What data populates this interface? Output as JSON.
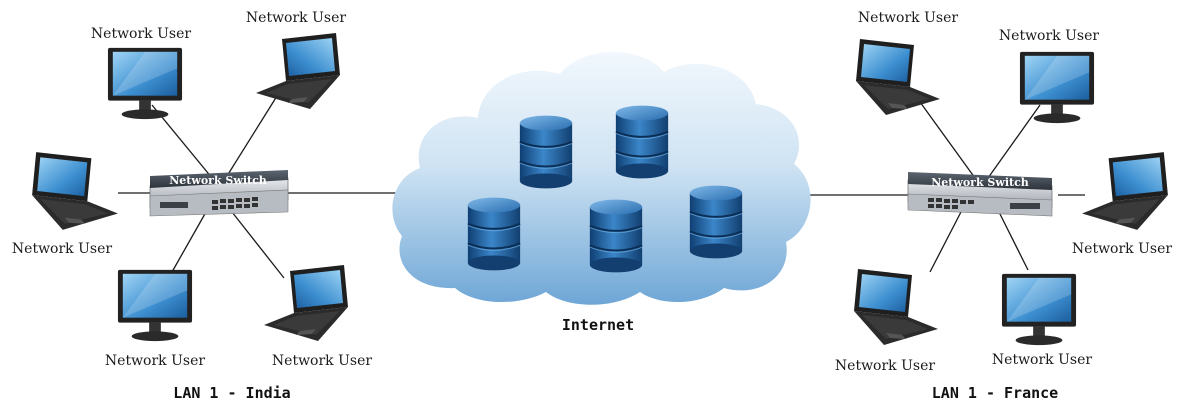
{
  "left_lan": {
    "caption": "LAN 1 - India",
    "switch_label": "Network Switch",
    "users": [
      {
        "label": "Network User",
        "device": "monitor-icon"
      },
      {
        "label": "Network User",
        "device": "laptop-icon"
      },
      {
        "label": "Network User",
        "device": "laptop-icon"
      },
      {
        "label": "Network User",
        "device": "monitor-icon"
      },
      {
        "label": "Network User",
        "device": "laptop-icon"
      }
    ]
  },
  "right_lan": {
    "caption": "LAN 1 - France",
    "switch_label": "Network Switch",
    "users": [
      {
        "label": "Network User",
        "device": "laptop-icon"
      },
      {
        "label": "Network User",
        "device": "monitor-icon"
      },
      {
        "label": "Network User",
        "device": "laptop-icon"
      },
      {
        "label": "Network User",
        "device": "laptop-icon"
      },
      {
        "label": "Network User",
        "device": "monitor-icon"
      }
    ]
  },
  "internet": {
    "label": "Internet",
    "servers": [
      "database-icon",
      "database-icon",
      "database-icon",
      "database-icon",
      "database-icon"
    ]
  },
  "colors": {
    "cloud_top": "#eaf4fb",
    "cloud_bottom": "#7fb3de",
    "db_blue": "#1d5fa3",
    "switch_body": "#c9ccd2"
  }
}
